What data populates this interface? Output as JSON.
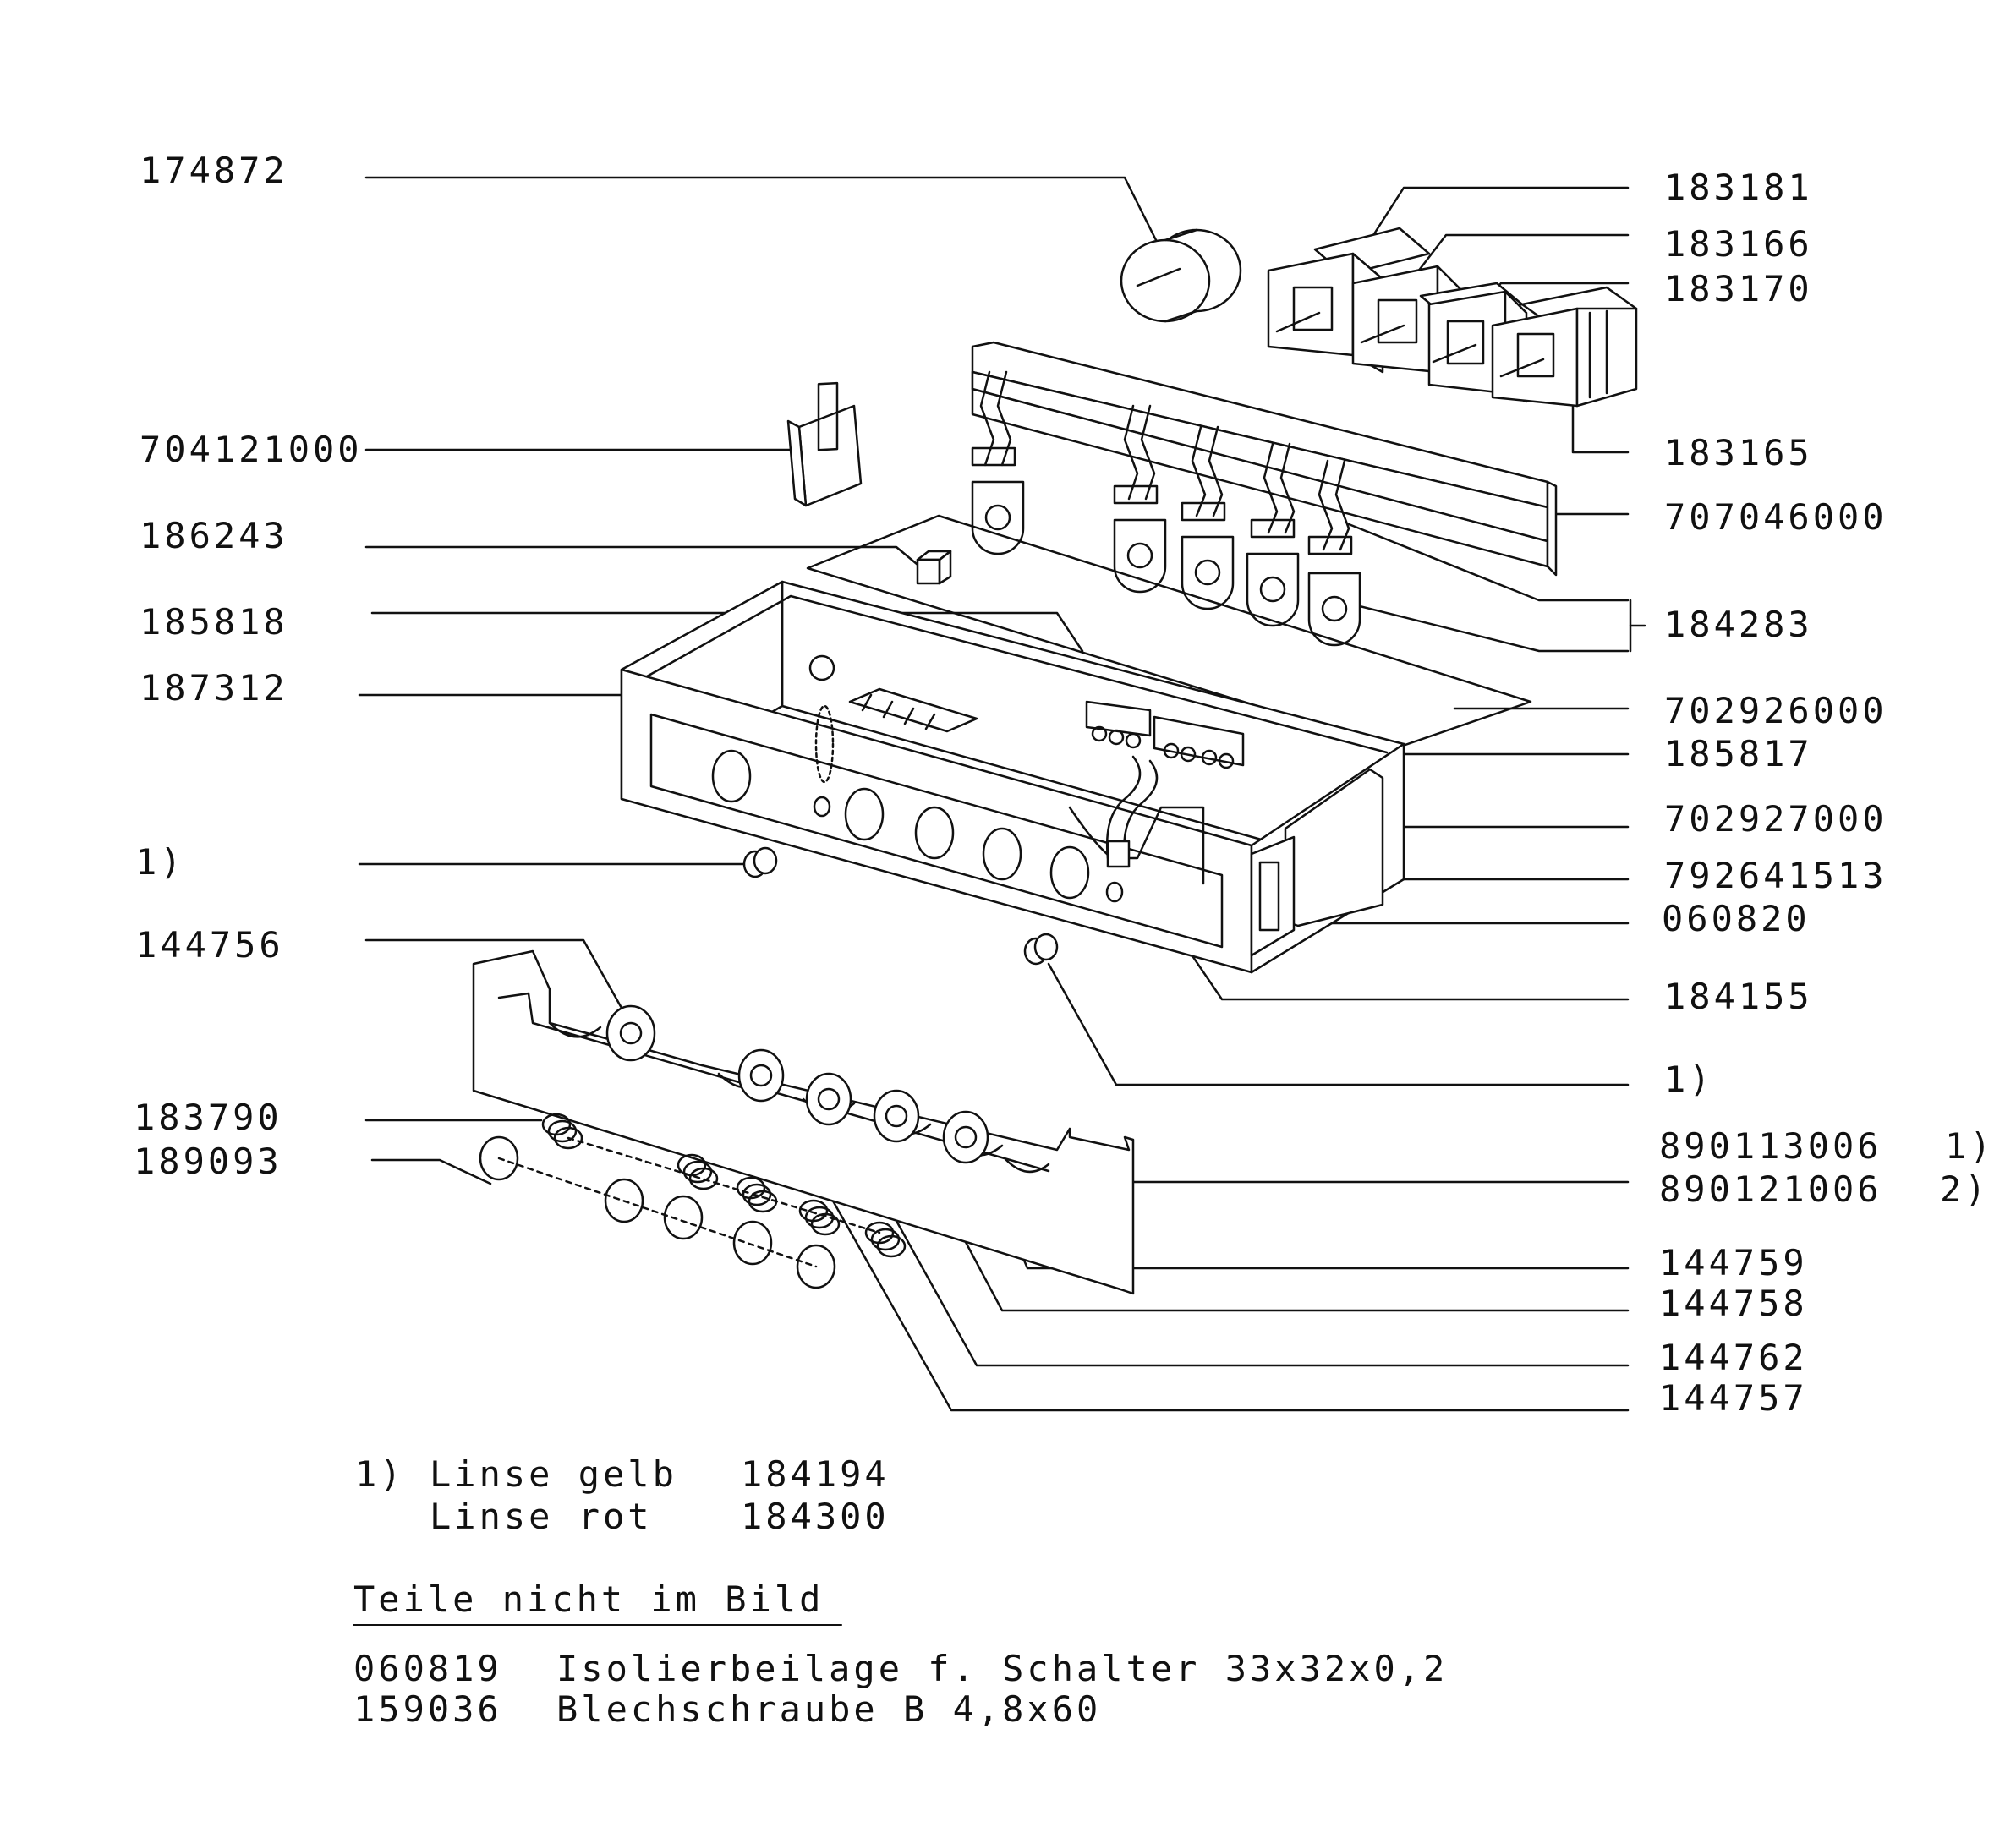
{
  "part_labels": {
    "p174872": "174872",
    "p704121000": "704121000",
    "p186243": "186243",
    "p185818": "185818",
    "p187312": "187312",
    "p1a": "1)",
    "p144756": "144756",
    "p183790": "183790",
    "p189093": "189093",
    "p183181": "183181",
    "p183166": "183166",
    "p183170": "183170",
    "p183165": "183165",
    "p707046000": "707046000",
    "p184283": "184283",
    "p702926000": "702926000",
    "p185817": "185817",
    "p702927000": "702927000",
    "p792641513": "792641513",
    "p060820": "060820",
    "p184155": "184155",
    "p1b": "1)",
    "p890113006": "890113006",
    "p890113006_note": "1)",
    "p890121006": "890121006",
    "p890121006_note": "2)",
    "p144759": "144759",
    "p144758": "144758",
    "p144762": "144762",
    "p144757": "144757"
  },
  "lens_note": {
    "marker": "1)",
    "yellow_name": "Linse gelb",
    "yellow_no": "184194",
    "red_name": "Linse rot",
    "red_no": "184300"
  },
  "not_shown": {
    "heading": "Teile nicht im Bild",
    "items": [
      {
        "no": "060819",
        "desc": "Isolierbeilage f. Schalter 33x32x0,2"
      },
      {
        "no": "159036",
        "desc": "Blechschraube B 4,8x60"
      }
    ]
  }
}
